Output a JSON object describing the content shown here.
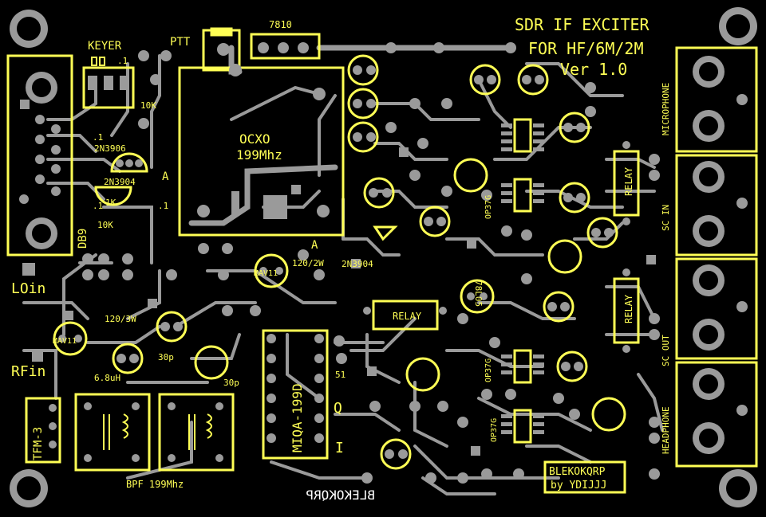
{
  "title": {
    "line1": "SDR IF EXCITER",
    "line2": "FOR HF/6M/2M",
    "line3": "Ver 1.0"
  },
  "labels": {
    "keyer": "KEYER",
    "ptt": "PTT",
    "reg": "7810",
    "ocxo1": "OCXO",
    "ocxo2": "199Mhz",
    "db9": "DB9",
    "lo_in": "LOin",
    "rf_in": "RFin",
    "tfm": "TFM-3",
    "bpf": "BPF 199Mhz",
    "mixer": "MIQA-199D",
    "relay1": "RELAY",
    "relay2": "RELAY",
    "relay3": "RELAY",
    "mic": "MICROPHONE",
    "sc_in": "SC IN",
    "sc_out": "SC OUT",
    "headphone": "HEADPHONE",
    "author1": "BLEKOKQRP",
    "author2": "by YDIJJJ",
    "mirror_name": "BLEKOKQRP",
    "mav1": "MAV11",
    "mav2": "MAV11",
    "t1": "2N3906",
    "t2": "2N3904",
    "t3": "2N3904",
    "op1": "OP37G",
    "op2": "OP37G",
    "op3": "OP37G",
    "l7805": "78L05",
    "r_120_2w": "120/2W",
    "r_120_3w": "120/3W",
    "c_30p_1": "30p",
    "c_30p_2": "30p",
    "l_68": "6.8uH",
    "r_51": "51",
    "q": "Q",
    "i": "I",
    "a1": "A",
    "a2": "A",
    "k_10": "10K",
    "k_10b": "10K",
    "k_1": "1K",
    "c_01a": ".1",
    "c_01b": ".1",
    "c_01c": ".1",
    "c_01d": ".1"
  },
  "colors": {
    "board": "#000000",
    "silk": "#ffff55",
    "copper": "#9a9a9a"
  }
}
